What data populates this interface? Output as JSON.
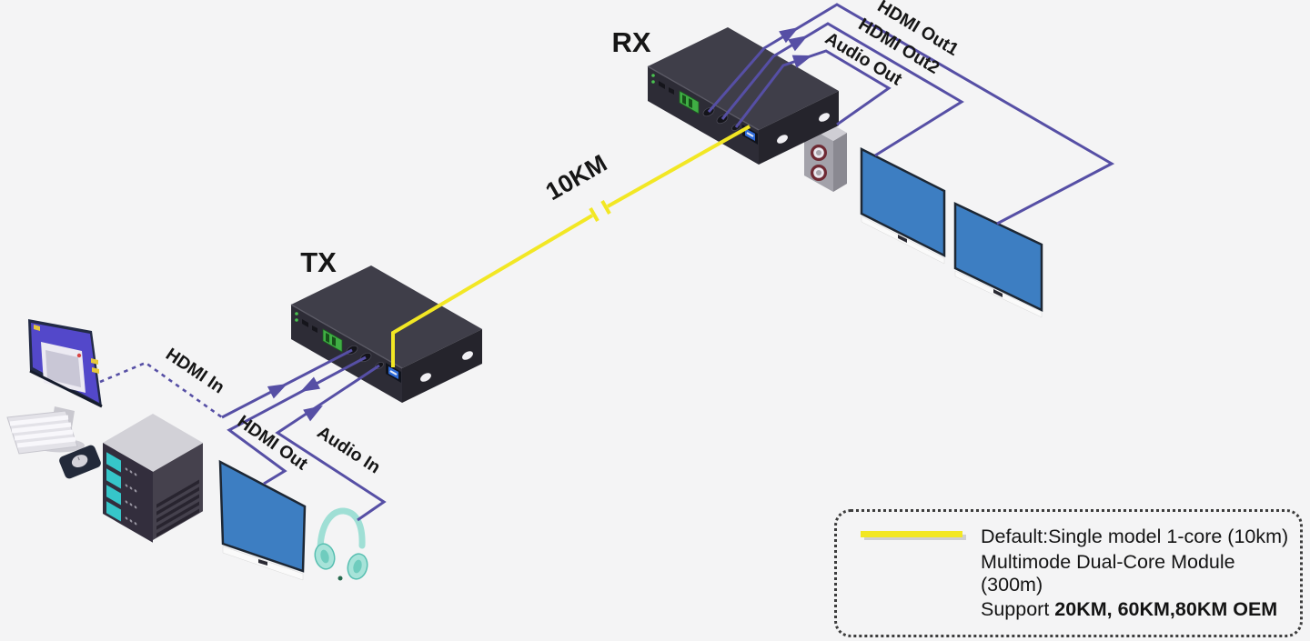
{
  "devices": {
    "tx": {
      "label": "TX"
    },
    "rx": {
      "label": "RX"
    }
  },
  "fiber": {
    "label": "10KM"
  },
  "connections": {
    "hdmi_in": "HDMI In",
    "hdmi_out": "HDMI Out",
    "audio_in": "Audio In",
    "hdmi_out1": "HDMI Out1",
    "hdmi_out2": "HDMI Out2",
    "audio_out": "Audio Out"
  },
  "legend": {
    "line1": "Default:Single model 1-core (10km)",
    "line2": "Multimode Dual-Core Module (300m)",
    "line3_prefix": "Support ",
    "line3_bold": "20KM, 60KM,80KM OEM"
  },
  "colors": {
    "background": "#f4f4f5",
    "fiber_yellow": "#f2e724",
    "connection_purple": "#564fa5",
    "monitor_blue": "#3d7ec2",
    "device_top": "#3f3e49",
    "label_text": "#161616"
  }
}
